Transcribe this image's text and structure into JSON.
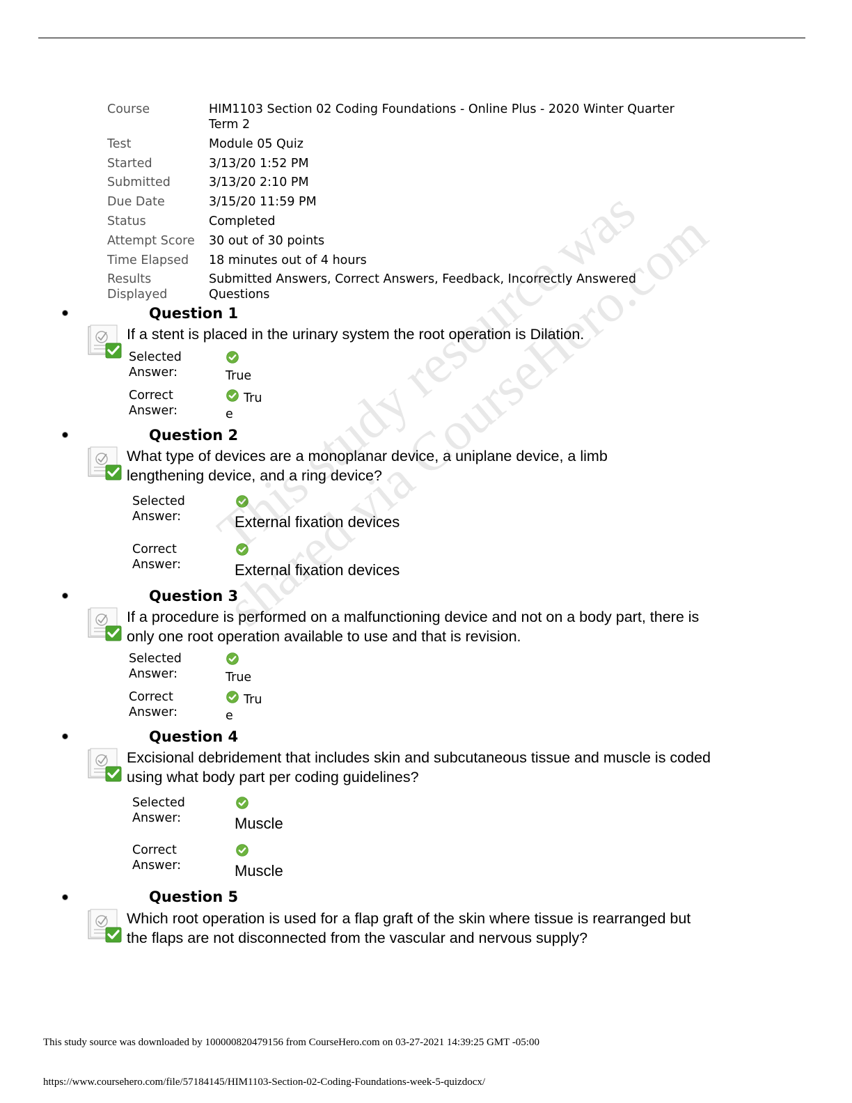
{
  "meta": [
    {
      "key": "Course",
      "value": "HIM1103 Section 02 Coding Foundations - Online Plus - 2020 Winter Quarter Term 2"
    },
    {
      "key": "Test",
      "value": "Module 05 Quiz"
    },
    {
      "key": "Started",
      "value": "3/13/20 1:52 PM"
    },
    {
      "key": "Submitted",
      "value": "3/13/20 2:10 PM"
    },
    {
      "key": "Due Date",
      "value": "3/15/20 11:59 PM"
    },
    {
      "key": "Status",
      "value": "Completed"
    },
    {
      "key": "Attempt Score",
      "value": "30 out of 30 points"
    },
    {
      "key": "Time Elapsed",
      "value": "18 minutes out of 4 hours"
    },
    {
      "key": "Results Displayed",
      "value": "Submitted Answers, Correct Answers, Feedback, Incorrectly Answered Questions"
    }
  ],
  "labels": {
    "selected": "Selected Answer:",
    "correct": "Correct Answer:"
  },
  "questions": [
    {
      "title": "Question 1",
      "text": "If a stent is placed in the urinary system the root operation is Dilation.",
      "selected": "True",
      "correct_a": "Tru",
      "correct_b": "e"
    },
    {
      "title": "Question 2",
      "text": "What type of devices are a monoplanar device, a uniplane device, a limb lengthening device, and a ring device?",
      "selected": "External fixation devices",
      "correct": "External fixation devices"
    },
    {
      "title": "Question 3",
      "text": "If a procedure is performed on a malfunctioning device and not on a body part, there is only one root operation available to use and that is revision.",
      "selected": "True",
      "correct_a": "Tru",
      "correct_b": "e"
    },
    {
      "title": "Question 4",
      "text": "Excisional debridement that includes skin and subcutaneous tissue and muscle is coded using what body part per coding guidelines?",
      "selected": "Muscle",
      "correct": "Muscle"
    },
    {
      "title": "Question 5",
      "text": "Which root operation is used for a flap graft of the skin where tissue is rearranged but the flaps are not disconnected from the vascular and nervous supply?"
    }
  ],
  "watermark": [
    "This study resource was",
    "shared via CourseHero.com"
  ],
  "footer": {
    "line1": "This study source was downloaded by 100000820479156 from CourseHero.com on 03-27-2021 14:39:25 GMT -05:00",
    "line2": "https://www.coursehero.com/file/57184145/HIM1103-Section-02-Coding-Foundations-week-5-quizdocx/"
  },
  "colors": {
    "check_green": "#6db33f",
    "watermark": "#d9d9d9"
  },
  "icons": [
    "correct-question-icon",
    "checkmark-icon",
    "bullet-icon"
  ]
}
